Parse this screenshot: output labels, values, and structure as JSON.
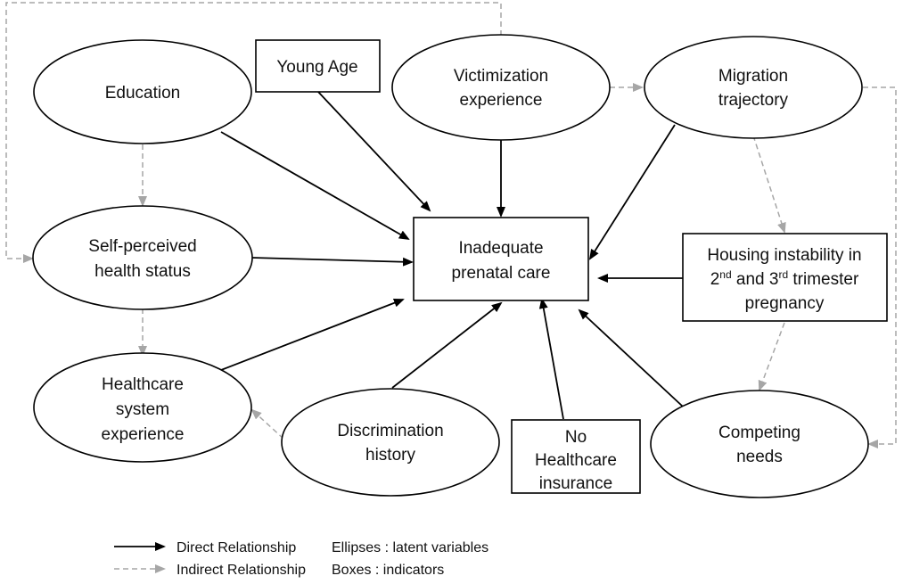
{
  "nodes": {
    "education": {
      "kind": "ellipse",
      "lines": [
        "Education"
      ]
    },
    "young_age": {
      "kind": "box",
      "lines": [
        "Young Age"
      ]
    },
    "victimization": {
      "kind": "ellipse",
      "lines": [
        "Victimization",
        "experience"
      ]
    },
    "migration": {
      "kind": "ellipse",
      "lines": [
        "Migration",
        "trajectory"
      ]
    },
    "self_perceived": {
      "kind": "ellipse",
      "lines": [
        "Self-perceived",
        "health status"
      ]
    },
    "inadequate_care": {
      "kind": "box",
      "lines": [
        "Inadequate",
        "prenatal care"
      ]
    },
    "housing": {
      "kind": "box",
      "lines": [
        "Housing instability in",
        "2nd and 3rd trimester",
        "pregnancy"
      ],
      "superscripts": {
        "line": 1,
        "parts": [
          [
            "2",
            ""
          ],
          [
            "nd",
            "sup"
          ],
          [
            " and 3",
            ""
          ],
          [
            "rd",
            "sup"
          ],
          [
            " trimester",
            ""
          ]
        ]
      }
    },
    "healthcare_experience": {
      "kind": "ellipse",
      "lines": [
        "Healthcare",
        "system",
        "experience"
      ]
    },
    "discrimination": {
      "kind": "ellipse",
      "lines": [
        "Discrimination",
        "history"
      ]
    },
    "no_insurance": {
      "kind": "box",
      "lines": [
        "No",
        "Healthcare",
        "insurance"
      ]
    },
    "competing_needs": {
      "kind": "ellipse",
      "lines": [
        "Competing",
        "needs"
      ]
    }
  },
  "edges": {
    "direct": [
      [
        "young_age",
        "inadequate_care"
      ],
      [
        "victimization",
        "inadequate_care"
      ],
      [
        "education",
        "inadequate_care"
      ],
      [
        "migration",
        "inadequate_care"
      ],
      [
        "self_perceived",
        "inadequate_care"
      ],
      [
        "housing",
        "inadequate_care"
      ],
      [
        "healthcare_experience",
        "inadequate_care"
      ],
      [
        "discrimination",
        "inadequate_care"
      ],
      [
        "no_insurance",
        "inadequate_care"
      ],
      [
        "competing_needs",
        "inadequate_care"
      ]
    ],
    "indirect": [
      [
        "victimization",
        "self_perceived"
      ],
      [
        "victimization",
        "migration"
      ],
      [
        "education",
        "self_perceived"
      ],
      [
        "self_perceived",
        "healthcare_experience"
      ],
      [
        "migration",
        "housing"
      ],
      [
        "housing",
        "competing_needs"
      ],
      [
        "migration",
        "competing_needs"
      ],
      [
        "discrimination",
        "healthcare_experience"
      ]
    ]
  },
  "legend": {
    "direct_label": "Direct Relationship",
    "indirect_label": "Indirect Relationship",
    "ellipses_label": "Ellipses : latent variables",
    "boxes_label": "Boxes : indicators"
  },
  "colors": {
    "direct": "#000000",
    "indirect": "#a6a6a6",
    "shape_fill": "#ffffff"
  }
}
